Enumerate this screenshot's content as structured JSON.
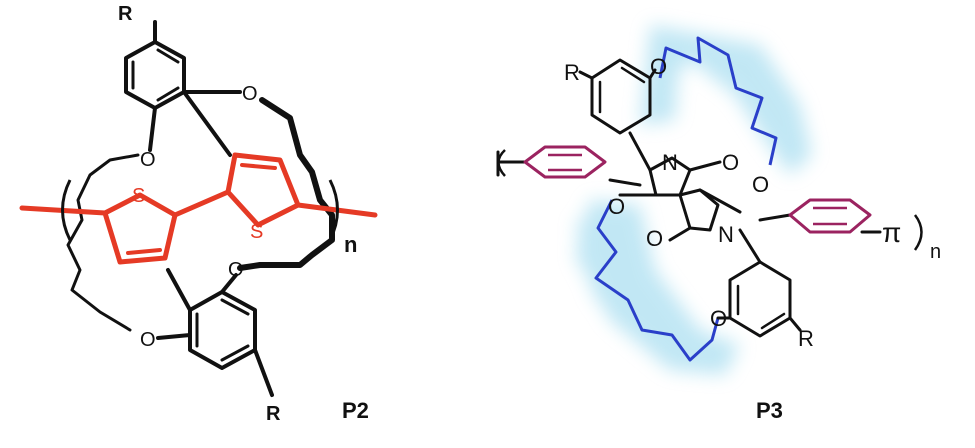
{
  "left_structure": {
    "compound_label": "P2",
    "repeat_subscript": "n",
    "substituent_top": "R",
    "substituent_bottom": "R",
    "heteroatom_labels": {
      "oxygen_top_right": "O",
      "oxygen_left": "O",
      "oxygen_right_lower": "O",
      "oxygen_bottom_left": "O",
      "sulfur_left_ring": "S",
      "sulfur_right_ring": "S"
    },
    "colors": {
      "backbone": "#e53a25",
      "bonds": "#111111"
    }
  },
  "right_structure": {
    "compound_label": "P3",
    "repeat_subscript": "n",
    "pi_label": "π",
    "substituent_top": "R",
    "substituent_bottom": "R",
    "heteroatom_labels": {
      "oxygen_top": "O",
      "nitrogen_top": "N",
      "carbonyl_oxygen_top": "O",
      "oxygen_right": "O",
      "oxygen_left": "O",
      "carbonyl_oxygen_bottom": "O",
      "nitrogen_bottom": "N",
      "oxygen_bottom": "O"
    },
    "colors": {
      "alkyl_chain": "#2a3fc9",
      "phenyl": "#9b2360",
      "glow": "#8fd4ec",
      "bonds": "#111111"
    }
  }
}
